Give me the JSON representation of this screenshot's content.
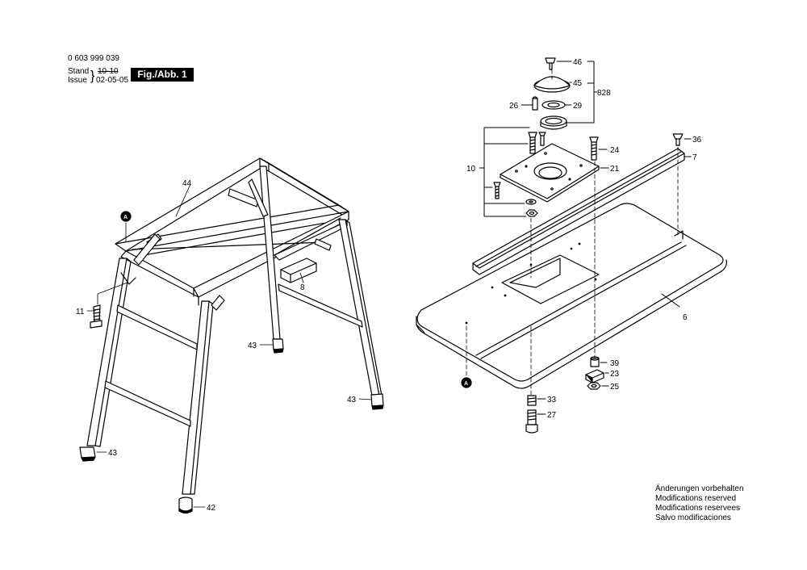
{
  "header": {
    "part_number": "0 603 999 039",
    "stand_label": "Stand",
    "stand_value": "10-10",
    "issue_label": "Issue",
    "issue_value": "02-05-05",
    "figure_label": "Fig./Abb. 1"
  },
  "notes": [
    "Änderungen vorbehalten",
    "Modifications reserved",
    "Modifications reservees",
    "Salvo modificaciones"
  ],
  "callouts": {
    "c44": "44",
    "cA1": "A",
    "c11": "11",
    "c8": "8",
    "c43a": "43",
    "c43b": "43",
    "c43c": "43",
    "c42": "42",
    "c46": "46",
    "c45": "45",
    "c828": "828",
    "c26": "26",
    "c29": "29",
    "c24": "24",
    "c36": "36",
    "c7": "7",
    "c10": "10",
    "c21": "21",
    "c6": "6",
    "cA2": "A",
    "c39": "39",
    "c23": "23",
    "c25": "25",
    "c33": "33",
    "c27": "27"
  }
}
